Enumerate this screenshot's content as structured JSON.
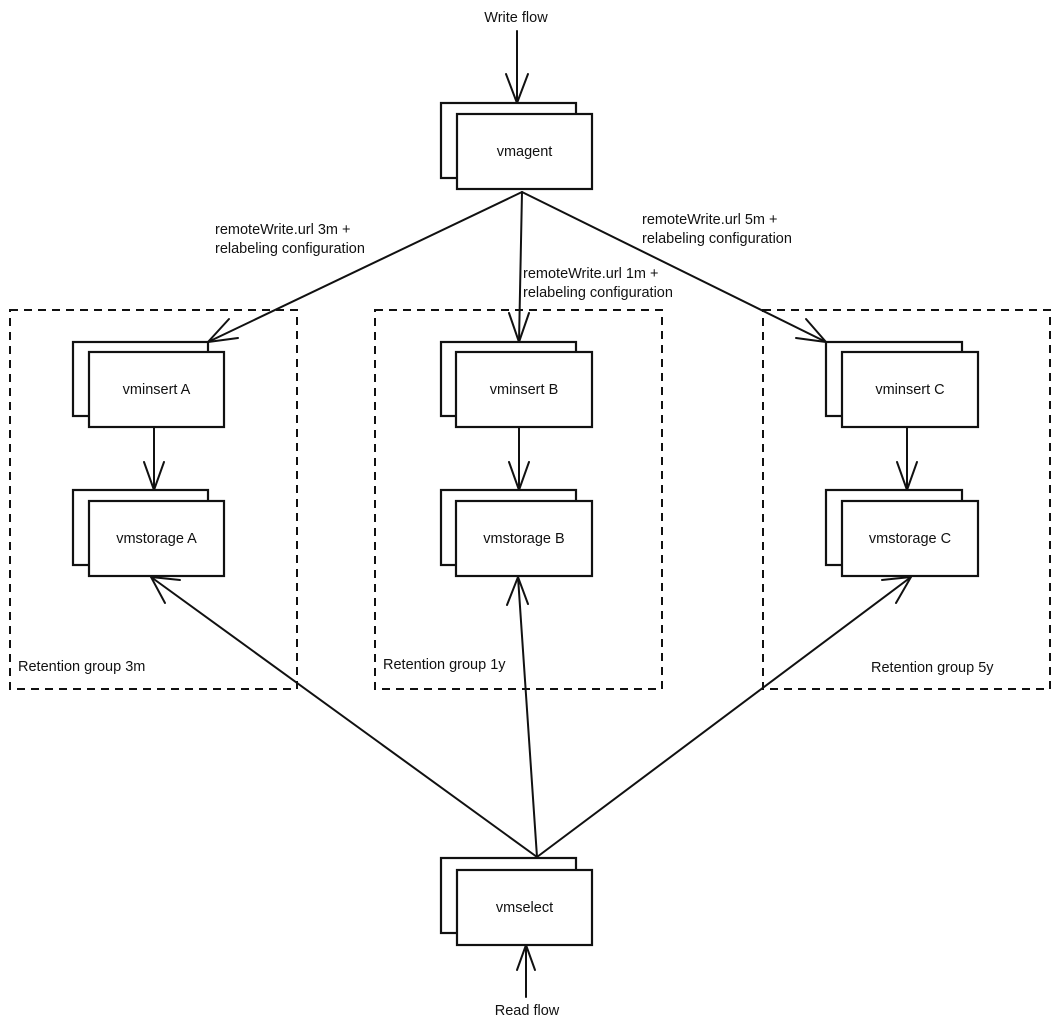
{
  "diagram": {
    "flows": {
      "write": "Write flow",
      "read": "Read flow"
    },
    "nodes": {
      "vmagent": "vmagent",
      "vmselect": "vmselect",
      "vminsert_a": "vminsert A",
      "vmstorage_a": "vmstorage A",
      "vminsert_b": "vminsert B",
      "vmstorage_b": "vmstorage B",
      "vminsert_c": "vminsert C",
      "vmstorage_c": "vmstorage C"
    },
    "groups": {
      "a": "Retention group 3m",
      "b": "Retention group 1y",
      "c": "Retention group 5y"
    },
    "edge_labels": {
      "to_a_line1": "remoteWrite.url 3m +",
      "to_a_line2": "relabeling configuration",
      "to_b_line1": "remoteWrite.url 1m +",
      "to_b_line2": "relabeling configuration",
      "to_c_line1": "remoteWrite.url 5m +",
      "to_c_line2": "relabeling configuration"
    }
  }
}
